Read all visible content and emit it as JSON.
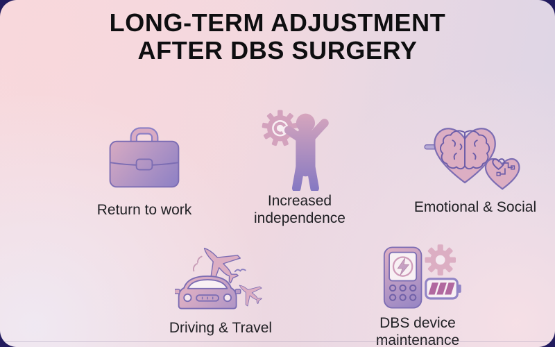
{
  "title": {
    "lines": [
      "LONG-TERM ADJUSTMENT",
      "AFTER DBS SURGERY"
    ]
  },
  "items": [
    {
      "id": "return-to-work",
      "icon": "briefcase-icon",
      "lines": [
        "Return to work",
        ""
      ]
    },
    {
      "id": "increased-independence",
      "icon": "person-raising-arms-gear-icon",
      "lines": [
        "Increased",
        "independence"
      ]
    },
    {
      "id": "emotional-social",
      "icon": "hearts-brain-icon",
      "lines": [
        "Emotional & Social",
        ""
      ]
    },
    {
      "id": "driving-travel",
      "icon": "car-airplanes-icon",
      "lines": [
        "Driving & Travel",
        ""
      ]
    },
    {
      "id": "dbs-device-maintenance",
      "icon": "stimulator-battery-gear-icon",
      "lines": [
        "DBS device",
        "maintenance"
      ]
    }
  ],
  "colors": {
    "outer_background": "#221b5e",
    "card_pink": "#f6dade",
    "card_lavender": "#dcd5e6",
    "icon_gradient_pink": "#dcaec3",
    "icon_gradient_purple": "#8b7fc5",
    "icon_outline": "#7c6db3",
    "gear_pink": "#d3a2bd",
    "battery_bar": "#b1689f",
    "title_text": "#0e0e10",
    "label_text": "#202024"
  }
}
